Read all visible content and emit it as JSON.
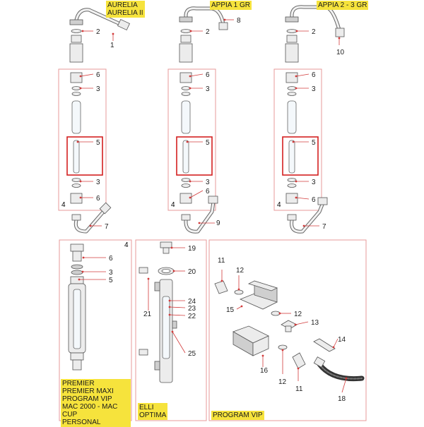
{
  "diagram": {
    "top_assemblies": [
      {
        "label_lines": [
          "AURELIA",
          "AURELIA II"
        ],
        "bottom_label": "4"
      },
      {
        "label_lines": [
          "APPIA 1 GR"
        ],
        "bottom_label": "4"
      },
      {
        "label_lines": [
          "APPIA 2 - 3 GR"
        ],
        "bottom_label": "4"
      }
    ],
    "panel_premier": {
      "corner_number": "4",
      "label_lines": [
        "PREMIER",
        "PREMIER MAXI",
        "PROGRAM VIP",
        "MAC 2000 - MAC CUP",
        "PERSONAL"
      ]
    },
    "panel_elli": {
      "label_lines": [
        "ELLI",
        "OPTIMA"
      ]
    },
    "panel_program": {
      "label_lines": [
        "PROGRAM VIP"
      ]
    },
    "callouts": {
      "a1": [
        "2",
        "1",
        "6",
        "3",
        "5",
        "3",
        "6",
        "7"
      ],
      "a2": [
        "8",
        "2",
        "6",
        "3",
        "5",
        "3",
        "6",
        "9"
      ],
      "a3": [
        "2",
        "10",
        "6",
        "3",
        "5",
        "3",
        "6",
        "7"
      ],
      "premier": [
        "6",
        "3",
        "5"
      ],
      "elli": [
        "19",
        "20",
        "21",
        "24",
        "23",
        "22",
        "25"
      ],
      "program": [
        "11",
        "12",
        "15",
        "12",
        "13",
        "14",
        "16",
        "12",
        "11",
        "18"
      ]
    },
    "colors": {
      "label_bg": "#f6e33c",
      "frame": "#e79a9a",
      "highlight": "#d32020",
      "leader": "#d23b3b"
    }
  }
}
